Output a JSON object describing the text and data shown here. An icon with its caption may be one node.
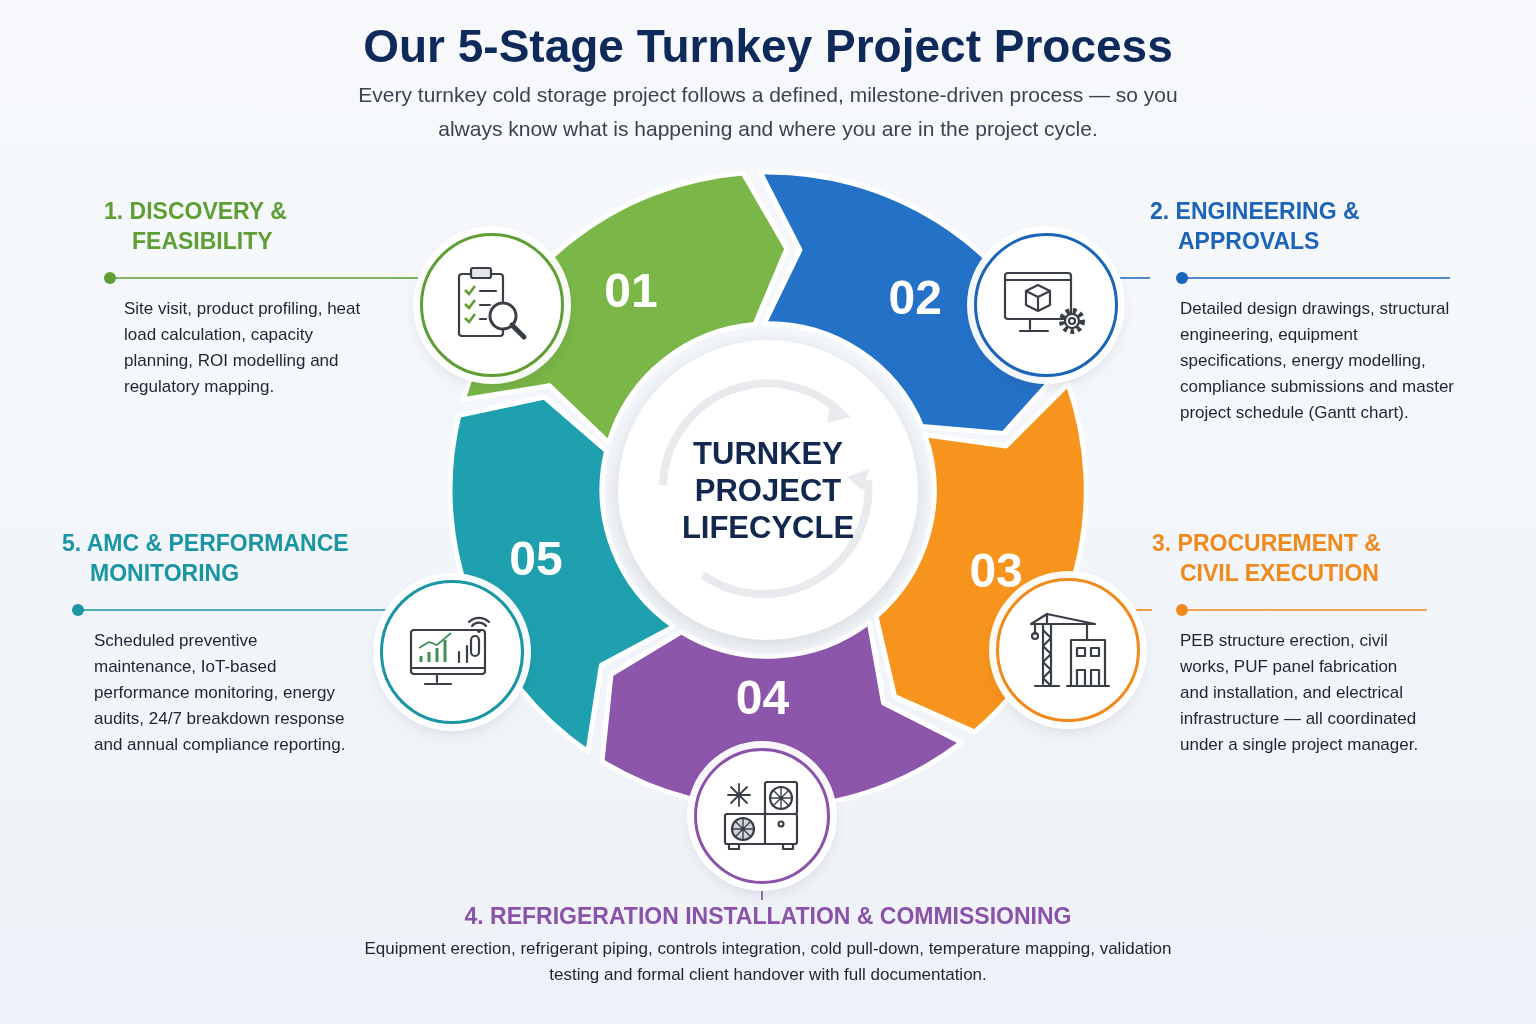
{
  "diagram": {
    "title": "Our 5-Stage Turnkey Project Process",
    "nodes": [
      {
        "text": [
          "1. DISCOVERY & FEASIBILITY",
          "Site visit, product profiling, heat load calculation, capacity planning, ROI modelling and regulatory mapping."
        ]
      },
      {
        "text": [],
        "shape": "circle"
      },
      {
        "text": [
          "01"
        ]
      },
      {
        "text": [
          "02"
        ]
      },
      {
        "text": [],
        "shape": "circle"
      },
      {
        "text": [
          "2. ENGINEERING & APPROVALS",
          "Detailed design drawings, structural engineering, equipment specifications, energy modelling, compliance submissions and master project schedule (Gantt chart)."
        ]
      },
      {
        "text": [
          "TURNKEY PROJECT LIFECYCLE"
        ]
      },
      {
        "text": [
          "5. AMC & PERFORMANCE MONITORING",
          "Scheduled preventive maintenance, IoT-based performance monitoring, energy audits, 24/7 breakdown response and annual compliance reporting."
        ]
      },
      {
        "text": [
          "05"
        ]
      },
      {
        "text": [
          "03"
        ]
      },
      {
        "text": [
          "3. PROCUREMENT & CIVIL EXECUTION",
          "PEB structure erection, civil works, PUF panel fabrication and installation, and electrical infrastructure — all coordinated under a single project manager."
        ]
      },
      {
        "text": [],
        "shape": "circle"
      },
      {
        "text": [],
        "shape": "circle"
      },
      {
        "text": [
          "04"
        ]
      },
      {
        "text": [],
        "shape": "circle"
      },
      {
        "text": [
          "4. REFRIGERATION INSTALLATION & COMMISSIONING",
          "Equipment erection, refrigerant piping, controls integration, cold pull-down, temperature mapping, validation testing and formal client handover with full documentation."
        ]
      }
    ],
    "edges": [
      {
        "from": 1,
        "to": 0,
        "arrow": "none",
        "color": "#5f9e35"
      },
      {
        "from": 4,
        "to": 5,
        "arrow": "none",
        "color": "#1c64b8"
      },
      {
        "from": 12,
        "to": 10,
        "arrow": "none",
        "color": "#f08a1c"
      },
      {
        "from": 14,
        "to": 15,
        "arrow": "none",
        "color": "#8a52a8"
      },
      {
        "from": 11,
        "to": 7,
        "arrow": "none",
        "color": "#1a95a3"
      }
    ],
    "labels": [
      "Every turnkey cold storage project follows a defined, milestone-driven process — so you always know what is happening and where you are in the project cycle."
    ]
  }
}
